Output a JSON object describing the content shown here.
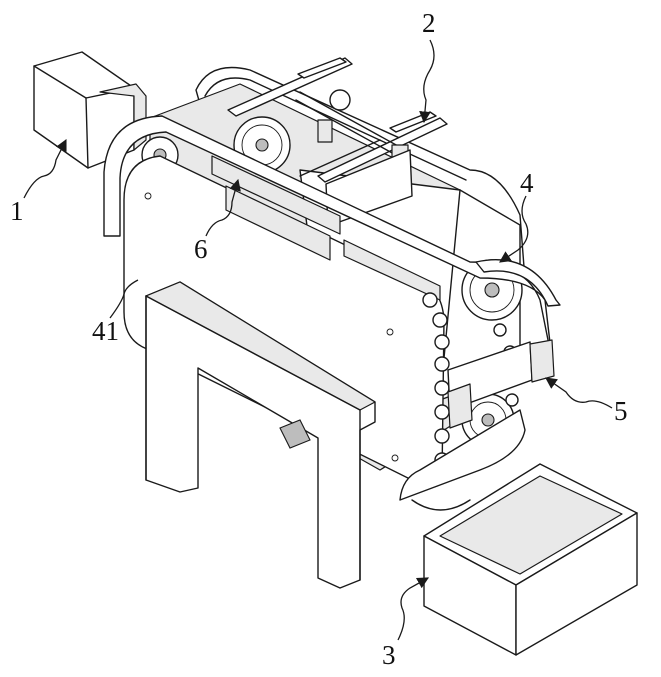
{
  "figure": {
    "labels": [
      {
        "id": "label-1",
        "text": "1"
      },
      {
        "id": "label-2",
        "text": "2"
      },
      {
        "id": "label-3",
        "text": "3"
      },
      {
        "id": "label-4",
        "text": "4"
      },
      {
        "id": "label-5",
        "text": "5"
      },
      {
        "id": "label-6",
        "text": "6"
      },
      {
        "id": "label-41",
        "text": "41"
      }
    ]
  }
}
